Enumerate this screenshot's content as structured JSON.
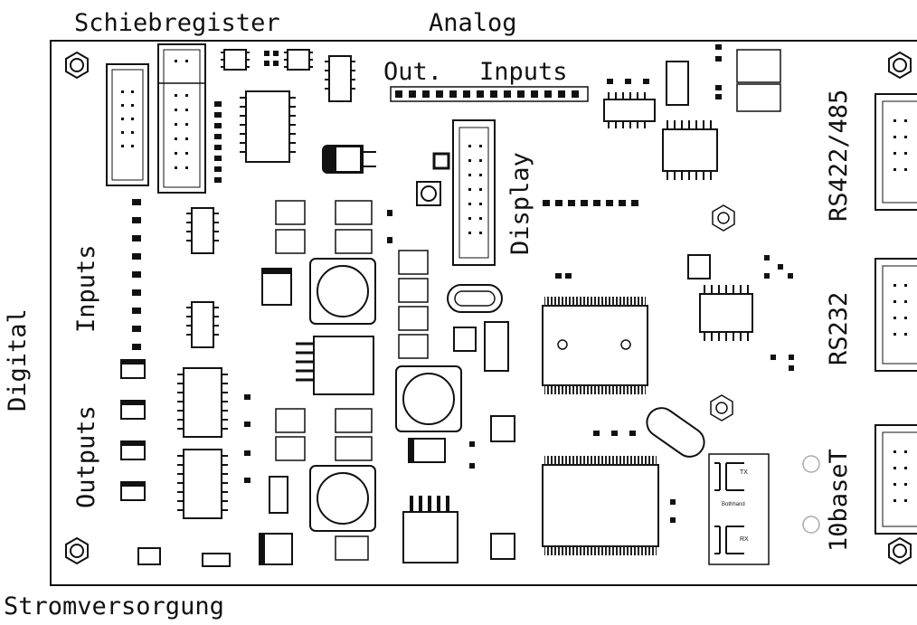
{
  "labels": {
    "schieberegister": "Schiebregister",
    "analog": "Analog",
    "out": "Out.",
    "analog_inputs": "Inputs",
    "display": "Display",
    "rs422_485": "RS422/485",
    "rs232": "RS232",
    "tenbaset": "10baseT",
    "digital": "Digital",
    "inputs": "Inputs",
    "outputs": "Outputs",
    "stromversorgung": "Stromversorgung"
  },
  "silkscreen": {
    "tx": "TX",
    "rx": "RX",
    "bothhand": "Bothhand"
  },
  "colors": {
    "outline": "#111111",
    "pad": "#222222",
    "background": "#ffffff"
  }
}
